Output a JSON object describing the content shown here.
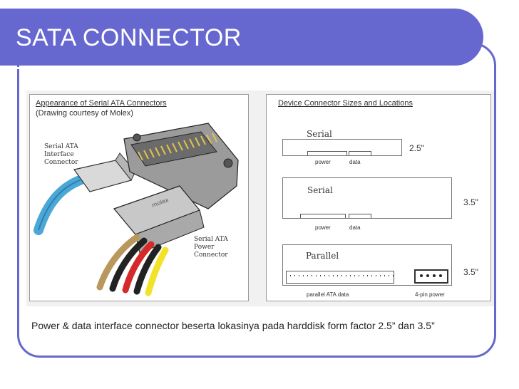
{
  "title": "SATA CONNECTOR",
  "figure": {
    "left_heading": "Appearance of Serial ATA Connectors",
    "left_subheading": "(Drawing courtesy of Molex)",
    "label_interface": [
      "Serial ATA",
      "Interface",
      "Connector"
    ],
    "label_power": [
      "Serial ATA",
      "Power",
      "Connector"
    ],
    "right_heading": "Device Connector Sizes and Locations",
    "drives": [
      {
        "name": "Serial",
        "size": "2.5\"",
        "ports": [
          "power",
          "data"
        ]
      },
      {
        "name": "Serial",
        "size": "3.5\"",
        "ports": [
          "power",
          "data"
        ]
      },
      {
        "name": "Parallel",
        "size": "3.5\"",
        "ports": [
          "parallel ATA data",
          "4-pin power"
        ]
      }
    ],
    "molex_mark": "molex"
  },
  "caption": "Power & data interface connector beserta lokasinya pada harddisk form factor 2.5” dan 3.5”"
}
